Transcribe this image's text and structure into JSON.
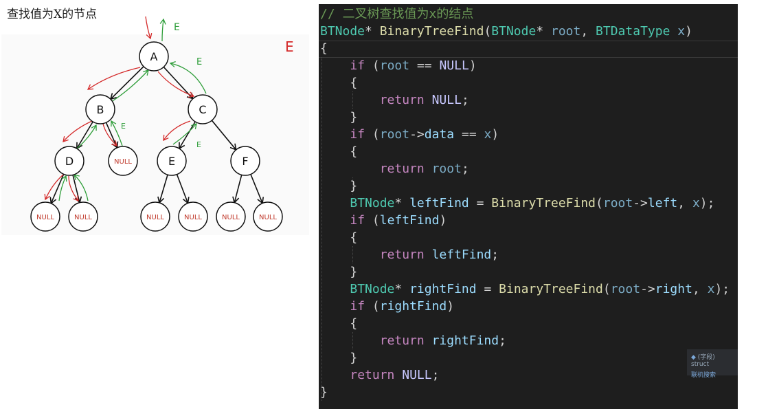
{
  "title": "查找值为X的节点",
  "tree": {
    "nodes": [
      {
        "id": "A",
        "label": "A"
      },
      {
        "id": "B",
        "label": "B"
      },
      {
        "id": "C",
        "label": "C"
      },
      {
        "id": "D",
        "label": "D"
      },
      {
        "id": "E",
        "label": "E"
      },
      {
        "id": "F",
        "label": "F"
      },
      {
        "id": "nB",
        "label": "NULL"
      },
      {
        "id": "nD1",
        "label": "NULL"
      },
      {
        "id": "nD2",
        "label": "NULL"
      },
      {
        "id": "nE1",
        "label": "NULL"
      },
      {
        "id": "nE2",
        "label": "NULL"
      },
      {
        "id": "nF1",
        "label": "NULL"
      },
      {
        "id": "nF2",
        "label": "NULL"
      }
    ],
    "edges": [
      [
        "A",
        "B"
      ],
      [
        "A",
        "C"
      ],
      [
        "B",
        "D"
      ],
      [
        "B",
        "nB"
      ],
      [
        "C",
        "E"
      ],
      [
        "C",
        "F"
      ],
      [
        "D",
        "nD1"
      ],
      [
        "D",
        "nD2"
      ],
      [
        "E",
        "nE1"
      ],
      [
        "E",
        "nE2"
      ],
      [
        "F",
        "nF1"
      ],
      [
        "F",
        "nF2"
      ]
    ],
    "annotations": {
      "return_label": "E",
      "side_label": "E"
    }
  },
  "code": {
    "lines": [
      [
        [
          "comment",
          "// 二叉树查找值为x的结点"
        ]
      ],
      [
        [
          "type",
          "BTNode"
        ],
        [
          "punc",
          "* "
        ],
        [
          "func",
          "BinaryTreeFind"
        ],
        [
          "punc",
          "("
        ],
        [
          "type",
          "BTNode"
        ],
        [
          "punc",
          "* "
        ],
        [
          "dimvar",
          "root"
        ],
        [
          "punc",
          ", "
        ],
        [
          "type",
          "BTDataType"
        ],
        [
          "punc",
          " "
        ],
        [
          "dimvar",
          "x"
        ],
        [
          "punc",
          ")"
        ]
      ],
      [
        [
          "punc",
          "{"
        ]
      ],
      [
        [
          "punc",
          "    "
        ],
        [
          "kw",
          "if"
        ],
        [
          "punc",
          " ("
        ],
        [
          "dimvar",
          "root"
        ],
        [
          "punc",
          " == "
        ],
        [
          "macro",
          "NULL"
        ],
        [
          "punc",
          ")"
        ]
      ],
      [
        [
          "punc",
          "    {"
        ]
      ],
      [
        [
          "punc",
          "        "
        ],
        [
          "kw",
          "return"
        ],
        [
          "punc",
          " "
        ],
        [
          "macro",
          "NULL"
        ],
        [
          "punc",
          ";"
        ]
      ],
      [
        [
          "punc",
          "    }"
        ]
      ],
      [
        [
          "punc",
          "    "
        ],
        [
          "kw",
          "if"
        ],
        [
          "punc",
          " ("
        ],
        [
          "dimvar",
          "root"
        ],
        [
          "punc",
          "->"
        ],
        [
          "var",
          "data"
        ],
        [
          "punc",
          " == "
        ],
        [
          "dimvar",
          "x"
        ],
        [
          "punc",
          ")"
        ]
      ],
      [
        [
          "punc",
          "    {"
        ]
      ],
      [
        [
          "punc",
          "        "
        ],
        [
          "kw",
          "return"
        ],
        [
          "punc",
          " "
        ],
        [
          "dimvar",
          "root"
        ],
        [
          "punc",
          ";"
        ]
      ],
      [
        [
          "punc",
          "    }"
        ]
      ],
      [
        [
          "punc",
          "    "
        ],
        [
          "type",
          "BTNode"
        ],
        [
          "punc",
          "* "
        ],
        [
          "var",
          "leftFind"
        ],
        [
          "punc",
          " = "
        ],
        [
          "func",
          "BinaryTreeFind"
        ],
        [
          "punc",
          "("
        ],
        [
          "dimvar",
          "root"
        ],
        [
          "punc",
          "->"
        ],
        [
          "var",
          "left"
        ],
        [
          "punc",
          ", "
        ],
        [
          "dimvar",
          "x"
        ],
        [
          "punc",
          ");"
        ]
      ],
      [
        [
          "punc",
          "    "
        ],
        [
          "kw",
          "if"
        ],
        [
          "punc",
          " ("
        ],
        [
          "var",
          "leftFind"
        ],
        [
          "punc",
          ")"
        ]
      ],
      [
        [
          "punc",
          "    {"
        ]
      ],
      [
        [
          "punc",
          "        "
        ],
        [
          "kw",
          "return"
        ],
        [
          "punc",
          " "
        ],
        [
          "var",
          "leftFind"
        ],
        [
          "punc",
          ";"
        ]
      ],
      [
        [
          "punc",
          "    }"
        ]
      ],
      [
        [
          "punc",
          "    "
        ],
        [
          "type",
          "BTNode"
        ],
        [
          "punc",
          "* "
        ],
        [
          "var",
          "rightFind"
        ],
        [
          "punc",
          " = "
        ],
        [
          "func",
          "BinaryTreeFind"
        ],
        [
          "punc",
          "("
        ],
        [
          "dimvar",
          "root"
        ],
        [
          "punc",
          "->"
        ],
        [
          "var",
          "right"
        ],
        [
          "punc",
          ", "
        ],
        [
          "dimvar",
          "x"
        ],
        [
          "punc",
          ");"
        ]
      ],
      [
        [
          "punc",
          "    "
        ],
        [
          "kw",
          "if"
        ],
        [
          "punc",
          " ("
        ],
        [
          "var",
          "rightFind"
        ],
        [
          "punc",
          ")"
        ]
      ],
      [
        [
          "punc",
          "    {"
        ]
      ],
      [
        [
          "punc",
          "        "
        ],
        [
          "kw",
          "return"
        ],
        [
          "punc",
          " "
        ],
        [
          "var",
          "rightFind"
        ],
        [
          "punc",
          ";"
        ]
      ],
      [
        [
          "punc",
          "    }"
        ]
      ],
      [
        [
          "punc",
          "    "
        ],
        [
          "kw",
          "return"
        ],
        [
          "punc",
          " "
        ],
        [
          "macro",
          "NULL"
        ],
        [
          "punc",
          ";"
        ]
      ],
      [
        [
          "punc",
          "}"
        ]
      ]
    ]
  },
  "tooltip": {
    "line1": "(字段) struct",
    "line2": "联机搜索"
  },
  "colors": {
    "down_arrow": "#d42a2a",
    "up_arrow": "#2f9e3a",
    "null_text": "#c0392b"
  }
}
